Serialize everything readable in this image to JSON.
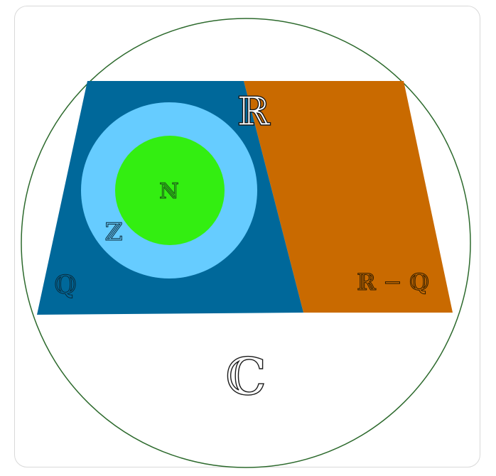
{
  "diagram": {
    "labels": {
      "complex": "ℂ",
      "reals": "ℝ",
      "rationals": "ℚ",
      "integers": "ℤ",
      "naturals": "ℕ",
      "irrationals": "ℝ − ℚ"
    },
    "colors": {
      "circle_stroke": "#2d6a2d",
      "rationals_fill": "#00689a",
      "irrationals_fill": "#c96a00",
      "integers_fill": "#66ccff",
      "naturals_fill": "#33ee11",
      "label_dark": "#1a1a1a",
      "label_on_blue": "#0a2a3a"
    }
  }
}
